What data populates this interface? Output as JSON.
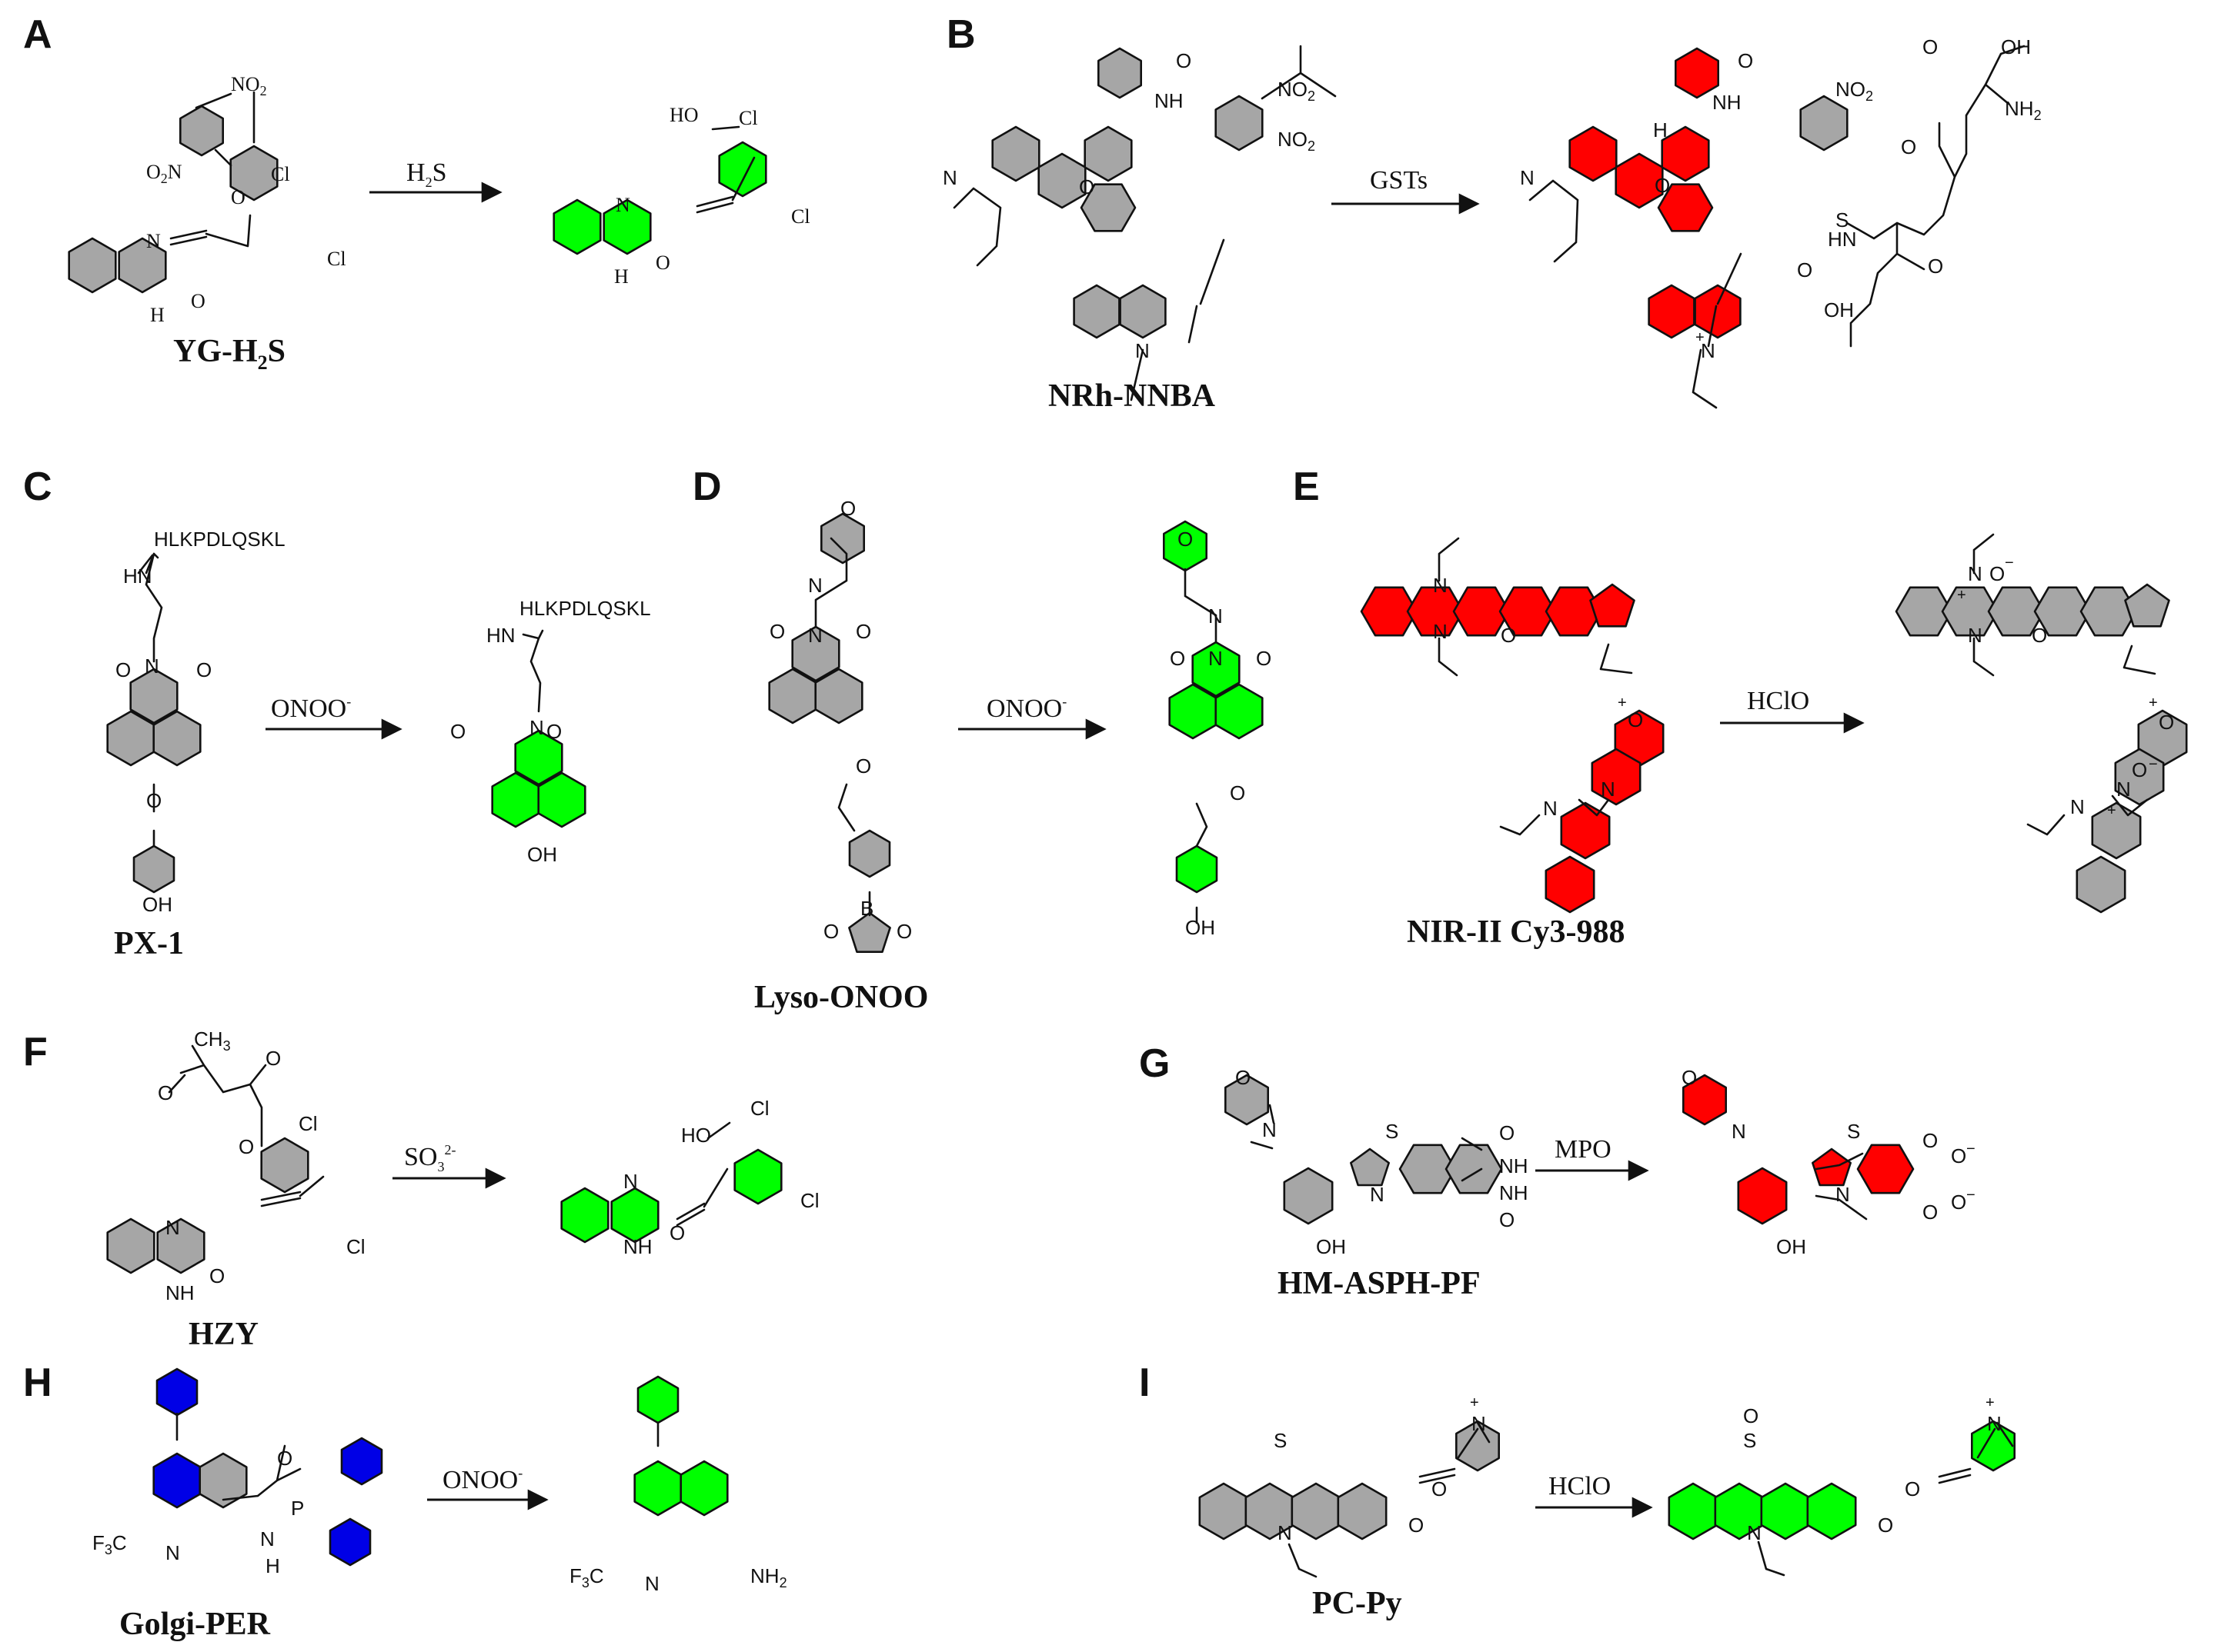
{
  "colors": {
    "gray": "#a6a6a6",
    "green": "#00ff00",
    "red": "#ff0000",
    "blue": "#0000e6",
    "ink": "#111111"
  },
  "panels": [
    {
      "label": "A",
      "probe": "YG-H2S",
      "probe_main": "YG-H",
      "probe_sub": "2",
      "probe_tail": "S",
      "reagent_main": "H",
      "reagent_sub": "2",
      "reagent_tail": "S"
    },
    {
      "label": "B",
      "probe": "NRh-NNBA",
      "reagent_main": "GSTs"
    },
    {
      "label": "C",
      "probe": "PX-1",
      "reagent_main": "ONOO",
      "reagent_sup": "-",
      "peptide": "HLKPDLQSKL"
    },
    {
      "label": "D",
      "probe": "Lyso-ONOO",
      "reagent_main": "ONOO",
      "reagent_sup": "-"
    },
    {
      "label": "E",
      "probe": "NIR-II Cy3-988",
      "reagent_main": "HClO"
    },
    {
      "label": "F",
      "probe": "HZY",
      "reagent_main": "SO",
      "reagent_sub": "3",
      "reagent_sup": "2-"
    },
    {
      "label": "G",
      "probe": "HM-ASPH-PF",
      "reagent_main": "MPO"
    },
    {
      "label": "H",
      "probe": "Golgi-PER",
      "reagent_main": "ONOO",
      "reagent_sup": "-"
    },
    {
      "label": "I",
      "probe": "PC-Py",
      "reagent_main": "HClO"
    }
  ],
  "atoms": {
    "no2": "NO",
    "no2_sub": "2",
    "o2n": "O",
    "o2n_sub": "2",
    "o2n_tail": "N",
    "cl": "Cl",
    "n": "N",
    "nh": "NH",
    "h": "H",
    "o": "O",
    "ho": "HO",
    "oh": "OH",
    "s": "S",
    "b": "B",
    "p": "P",
    "nh2": "NH",
    "nh2_sub": "2",
    "f3c": "F",
    "f3c_sub": "3",
    "f3c_tail": "C",
    "hn": "HN",
    "ch3": "CH",
    "ch3_sub": "3",
    "plus": "+",
    "minus": "−"
  }
}
